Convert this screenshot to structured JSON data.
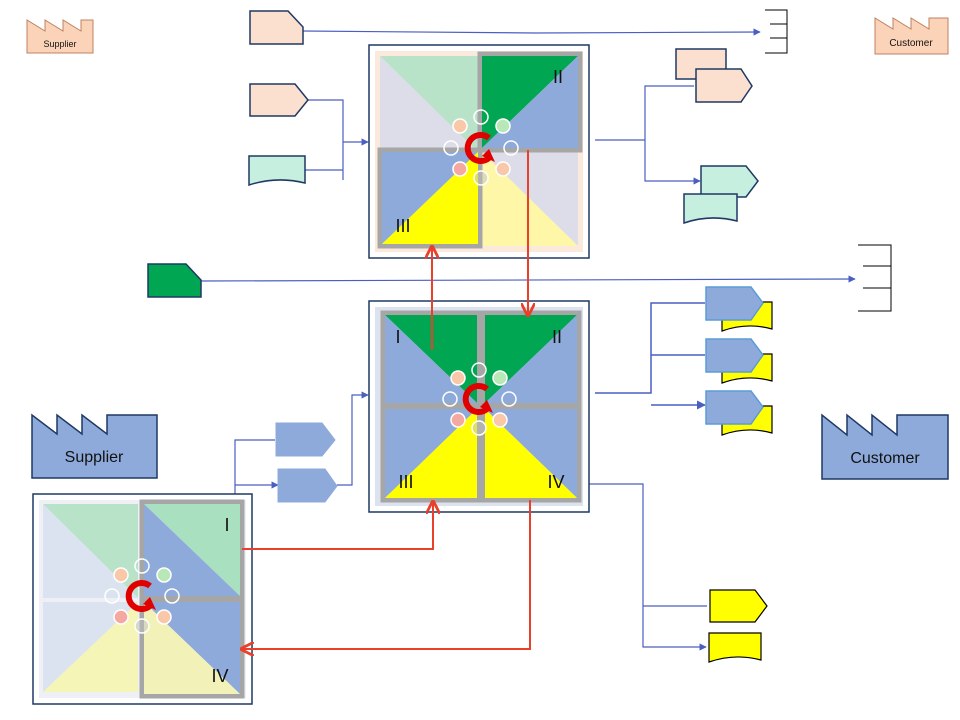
{
  "colors": {
    "green": "#00a651",
    "blue": "#8eaadb",
    "yellow": "#ffff00",
    "peach": "#fbe0cf",
    "mint": "#c6efe0",
    "navy": "#1f3864",
    "arrow_blue": "#4a5fc1",
    "arrow_red": "#e8402a",
    "cycle_red": "#e00000"
  },
  "entities": {
    "supplier_small": "Supplier",
    "customer_small": "Customer",
    "supplier_large": "Supplier",
    "customer_large": "Customer"
  },
  "top_matrix": {
    "labels": {
      "q2": "II",
      "q3": "III"
    }
  },
  "middle_matrix": {
    "labels": {
      "q1": "I",
      "q2": "II",
      "q3": "III",
      "q4": "IV"
    }
  },
  "bottom_matrix": {
    "labels": {
      "q1": "I",
      "q4": "IV"
    }
  }
}
